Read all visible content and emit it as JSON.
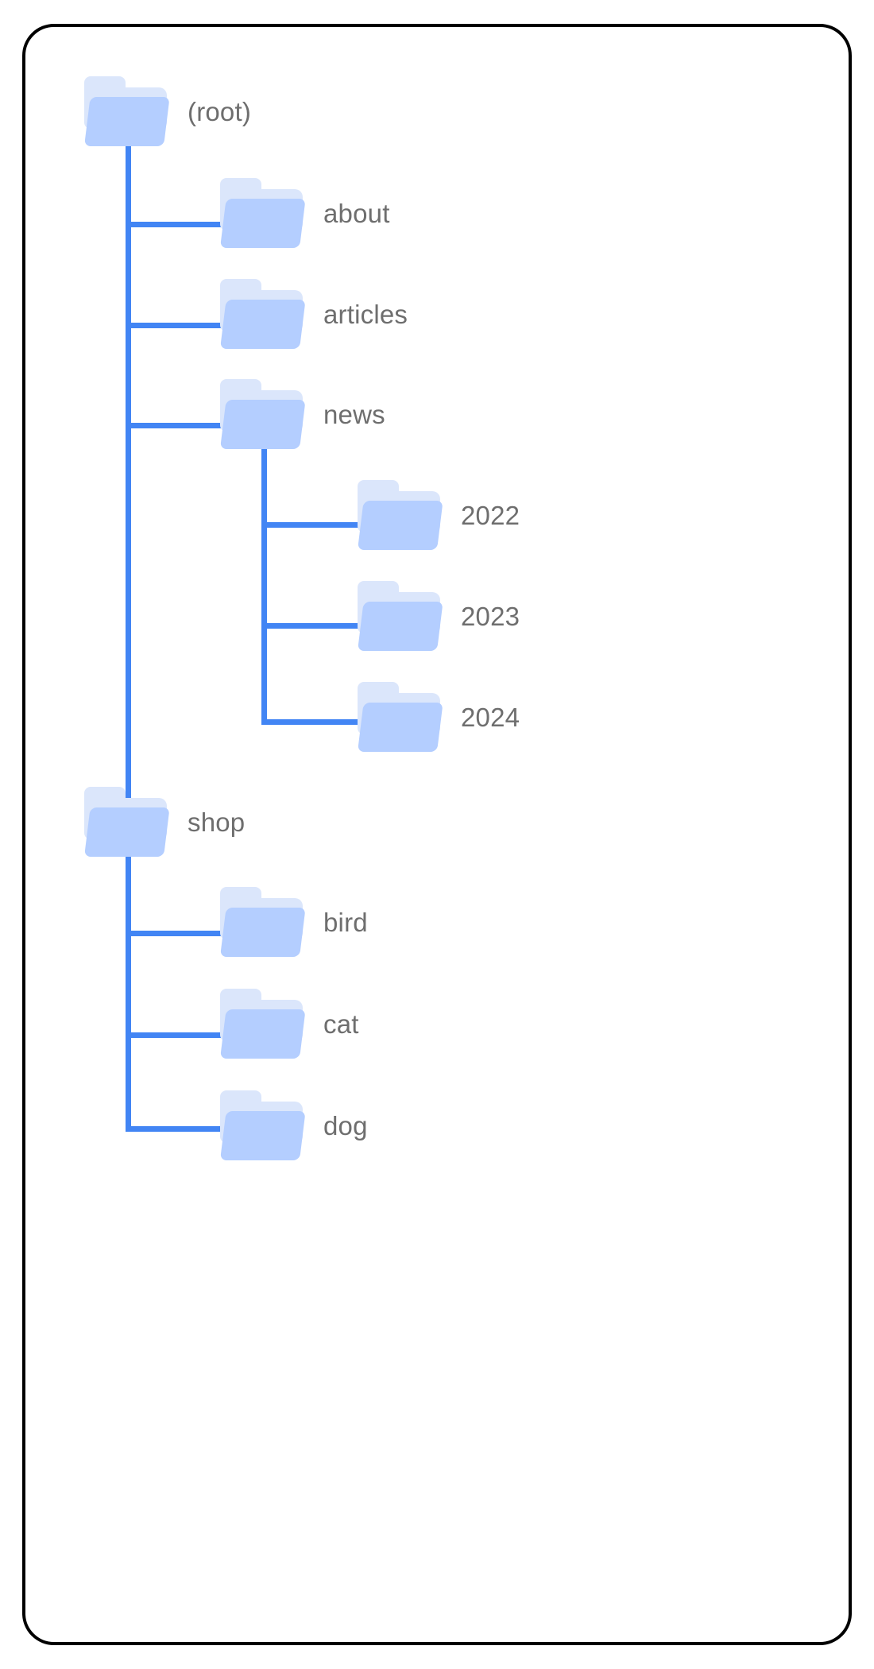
{
  "diagram": {
    "type": "folder-tree",
    "title": "Directory structure tree",
    "colors": {
      "connector": "#4285f4",
      "folder_front": "#b4ceff",
      "folder_back": "#dbe6fb",
      "label_text": "#6e6e6e",
      "card_border": "#000000",
      "background": "#ffffff"
    },
    "nodes": {
      "root": {
        "label": "(root)",
        "icon": "folder-icon",
        "depth": 0
      },
      "about": {
        "label": "about",
        "icon": "folder-icon",
        "depth": 1
      },
      "articles": {
        "label": "articles",
        "icon": "folder-icon",
        "depth": 1
      },
      "news": {
        "label": "news",
        "icon": "folder-icon",
        "depth": 1
      },
      "y2022": {
        "label": "2022",
        "icon": "folder-icon",
        "depth": 2
      },
      "y2023": {
        "label": "2023",
        "icon": "folder-icon",
        "depth": 2
      },
      "y2024": {
        "label": "2024",
        "icon": "folder-icon",
        "depth": 2
      },
      "shop": {
        "label": "shop",
        "icon": "folder-icon",
        "depth": 0
      },
      "bird": {
        "label": "bird",
        "icon": "folder-icon",
        "depth": 1
      },
      "cat": {
        "label": "cat",
        "icon": "folder-icon",
        "depth": 1
      },
      "dog": {
        "label": "dog",
        "icon": "folder-icon",
        "depth": 1
      }
    },
    "hierarchy": [
      {
        "name": "(root)",
        "children": [
          {
            "name": "about",
            "children": []
          },
          {
            "name": "articles",
            "children": []
          },
          {
            "name": "news",
            "children": [
              {
                "name": "2022",
                "children": []
              },
              {
                "name": "2023",
                "children": []
              },
              {
                "name": "2024",
                "children": []
              }
            ]
          }
        ]
      },
      {
        "name": "shop",
        "children": [
          {
            "name": "bird",
            "children": []
          },
          {
            "name": "cat",
            "children": []
          },
          {
            "name": "dog",
            "children": []
          }
        ]
      }
    ]
  }
}
